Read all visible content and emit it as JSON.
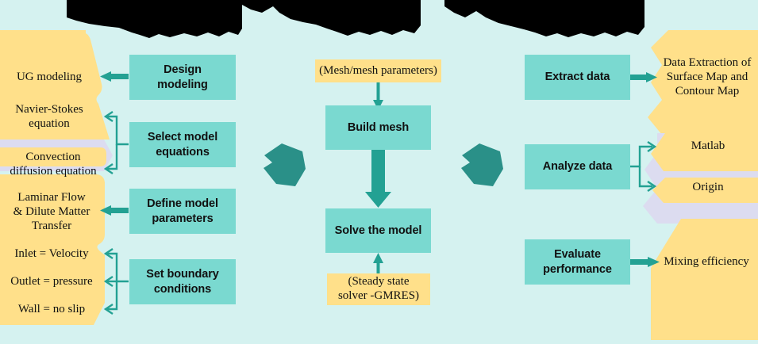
{
  "diagram": {
    "title_redacted": true,
    "colors": {
      "background": "#d5f2f0",
      "process_box": "#7ad9d0",
      "note_box": "#ffe08a",
      "panel_yellow": "#ffe08a",
      "panel_lavender": "#dcdcf0",
      "arrow": "#23a193",
      "marker_hexagon": "#2a9088",
      "text": "#111111",
      "redaction": "#000000"
    },
    "left_panel": {
      "items": [
        {
          "label": "UG modeling"
        },
        {
          "label": "Navier-Stokes\nequation"
        },
        {
          "label": "Convection\ndiffusion equation"
        },
        {
          "label": "Laminar Flow\n& Dilute Matter\nTransfer"
        },
        {
          "label": "Inlet = Velocity"
        },
        {
          "label": "Outlet = pressure"
        },
        {
          "label": "Wall = no slip"
        }
      ]
    },
    "left_steps": [
      {
        "label": "Design\nmodeling"
      },
      {
        "label": "Select model\nequations"
      },
      {
        "label": "Define model\nparameters"
      },
      {
        "label": "Set boundary\nconditions"
      }
    ],
    "middle": {
      "input_note": "(Mesh/mesh parameters)",
      "steps": [
        {
          "label": "Build mesh"
        },
        {
          "label": "Solve the model"
        }
      ],
      "solver_note": "(Steady state\nsolver -GMRES)"
    },
    "right_steps": [
      {
        "label": "Extract data"
      },
      {
        "label": "Analyze data"
      },
      {
        "label": "Evaluate\nperformance"
      }
    ],
    "right_panel": {
      "items": [
        {
          "label": "Data Extraction of\nSurface Map and\nContour Map"
        },
        {
          "label": "Matlab"
        },
        {
          "label": "Origin"
        },
        {
          "label": "Mixing efficiency"
        }
      ]
    }
  }
}
